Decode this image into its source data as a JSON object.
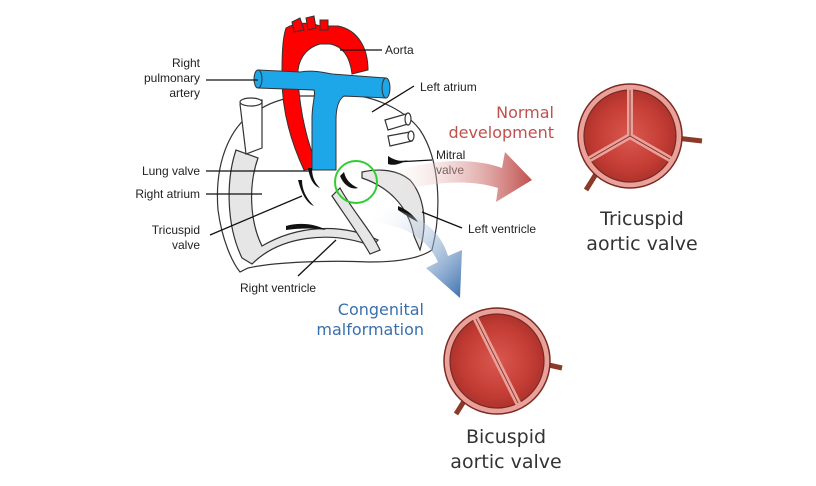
{
  "labels": {
    "aorta": "Aorta",
    "right_pulmonary_artery": [
      "Right",
      "pulmonary",
      "artery"
    ],
    "left_atrium": "Left atrium",
    "lung_valve": "Lung valve",
    "mitral_valve": [
      "Mitral",
      "valve"
    ],
    "right_atrium": "Right atrium",
    "tricuspid_valve": [
      "Tricuspid",
      "valve"
    ],
    "left_ventricle": "Left ventricle",
    "right_ventricle": "Right ventricle"
  },
  "paths": {
    "normal": {
      "lines": [
        "Normal",
        "development"
      ],
      "color": "#c0504d"
    },
    "congenital": {
      "lines": [
        "Congenital",
        "malformation"
      ],
      "color": "#3a6fae"
    }
  },
  "outcomes": {
    "tricuspid": {
      "lines": [
        "Tricuspid",
        "aortic valve"
      ],
      "cusps": 3
    },
    "bicuspid": {
      "lines": [
        "Bicuspid",
        "aortic valve"
      ],
      "cusps": 2
    }
  },
  "colors": {
    "aorta": "#ff0000",
    "pulmonary": "#1ea7e8",
    "valve_fill": "#c8413a",
    "valve_ring": "#e9a19a",
    "stalk": "#8b3a2a",
    "highlight_circle": "#33cc33"
  }
}
